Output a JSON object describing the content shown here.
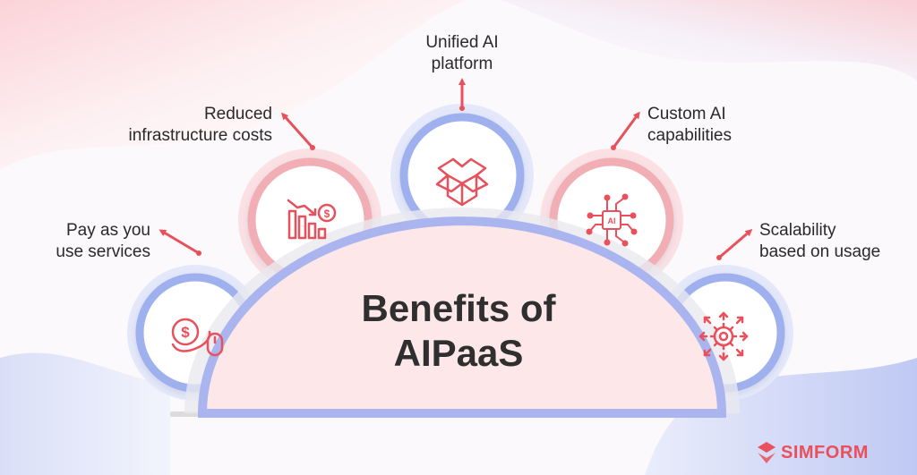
{
  "title": {
    "line1": "Benefits of",
    "line2": "AIPaaS"
  },
  "benefits": [
    {
      "line1": "Pay as you",
      "line2": "use services",
      "icon": "dollar-mouse-icon"
    },
    {
      "line1": "Reduced",
      "line2": "infrastructure costs",
      "icon": "declining-cost-chart-icon"
    },
    {
      "line1": "Unified AI",
      "line2": "platform",
      "icon": "open-box-icon"
    },
    {
      "line1": "Custom AI",
      "line2": "capabilities",
      "icon": "ai-chip-icon"
    },
    {
      "line1": "Scalability",
      "line2": "based on usage",
      "icon": "gear-expand-icon"
    }
  ],
  "brand": {
    "name": "SIMFORM"
  },
  "colors": {
    "accent": "#e8505b",
    "dome_fill": "#fde7e9",
    "dome_stroke": "#aab4ee",
    "blue_ring": "#9fb0ee",
    "pink_ring": "#f1aeb4",
    "text": "#2a2a2a"
  }
}
